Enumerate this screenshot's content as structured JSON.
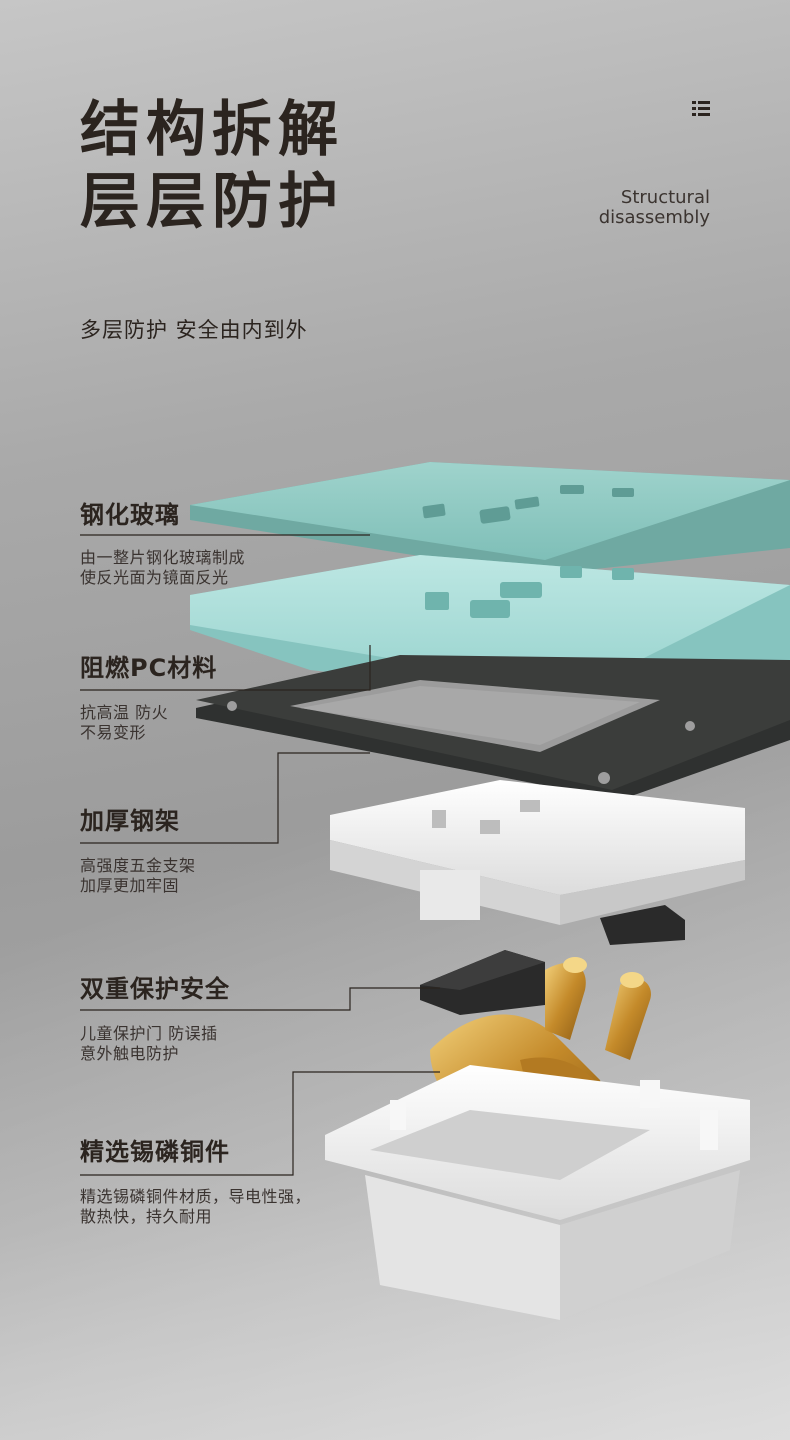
{
  "header": {
    "title_line1": "结构拆解",
    "title_line2": "层层防护",
    "subtitle_en_line1": "Structural",
    "subtitle_en_line2": "disassembly",
    "tagline": "多层防护  安全由内到外",
    "menu_icon": "list-icon"
  },
  "features": [
    {
      "title": "钢化玻璃",
      "desc_line1": "由一整片钢化玻璃制成",
      "desc_line2": "使反光面为镜面反光"
    },
    {
      "title": "阻燃PC材料",
      "desc_line1": "抗高温 防火",
      "desc_line2": "不易变形"
    },
    {
      "title": "加厚钢架",
      "desc_line1": "高强度五金支架",
      "desc_line2": "加厚更加牢固"
    },
    {
      "title": "双重保护安全",
      "desc_line1": "儿童保护门 防误插",
      "desc_line2": "意外触电防护"
    },
    {
      "title": "精选锡磷铜件",
      "desc_line1": "精选锡磷铜件材质，导电性强，",
      "desc_line2": "散热快，持久耐用"
    }
  ],
  "colors": {
    "glass": "#8ccbc3",
    "pc_panel": "#a8ddd9",
    "steel_frame": "#3a3c3a",
    "base_white": "#f1f1f1",
    "copper": "#c8932f",
    "text_dark": "#2b241f"
  }
}
